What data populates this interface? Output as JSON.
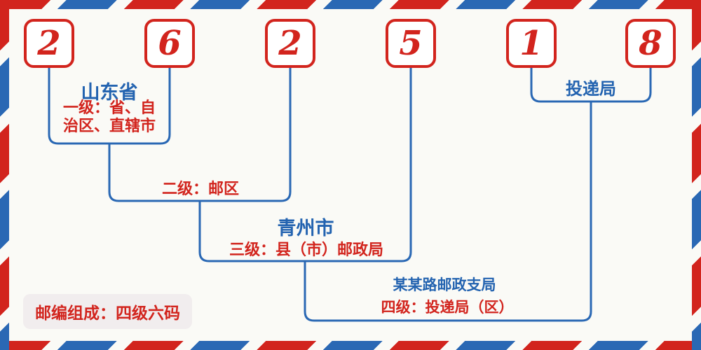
{
  "colors": {
    "red": "#d2241d",
    "blue": "#2a68b4",
    "text_blue": "#2363b0",
    "background": "#fafaf6",
    "badge_bg": "#f1edee"
  },
  "postal_code": {
    "digits": [
      "2",
      "6",
      "2",
      "5",
      "1",
      "8"
    ]
  },
  "annotations": {
    "level1": {
      "title": "山东省",
      "desc": "一级：省、自\n治区、直辖市"
    },
    "level2": {
      "desc": "二级：邮区"
    },
    "level3": {
      "title": "青州市",
      "desc": "三级：县（市）邮政局"
    },
    "level4": {
      "title": "某某路邮政支局",
      "desc": "四级：投递局（区）"
    },
    "delivery": {
      "title": "投递局"
    }
  },
  "badge": {
    "label": "邮编组成：四级六码"
  }
}
